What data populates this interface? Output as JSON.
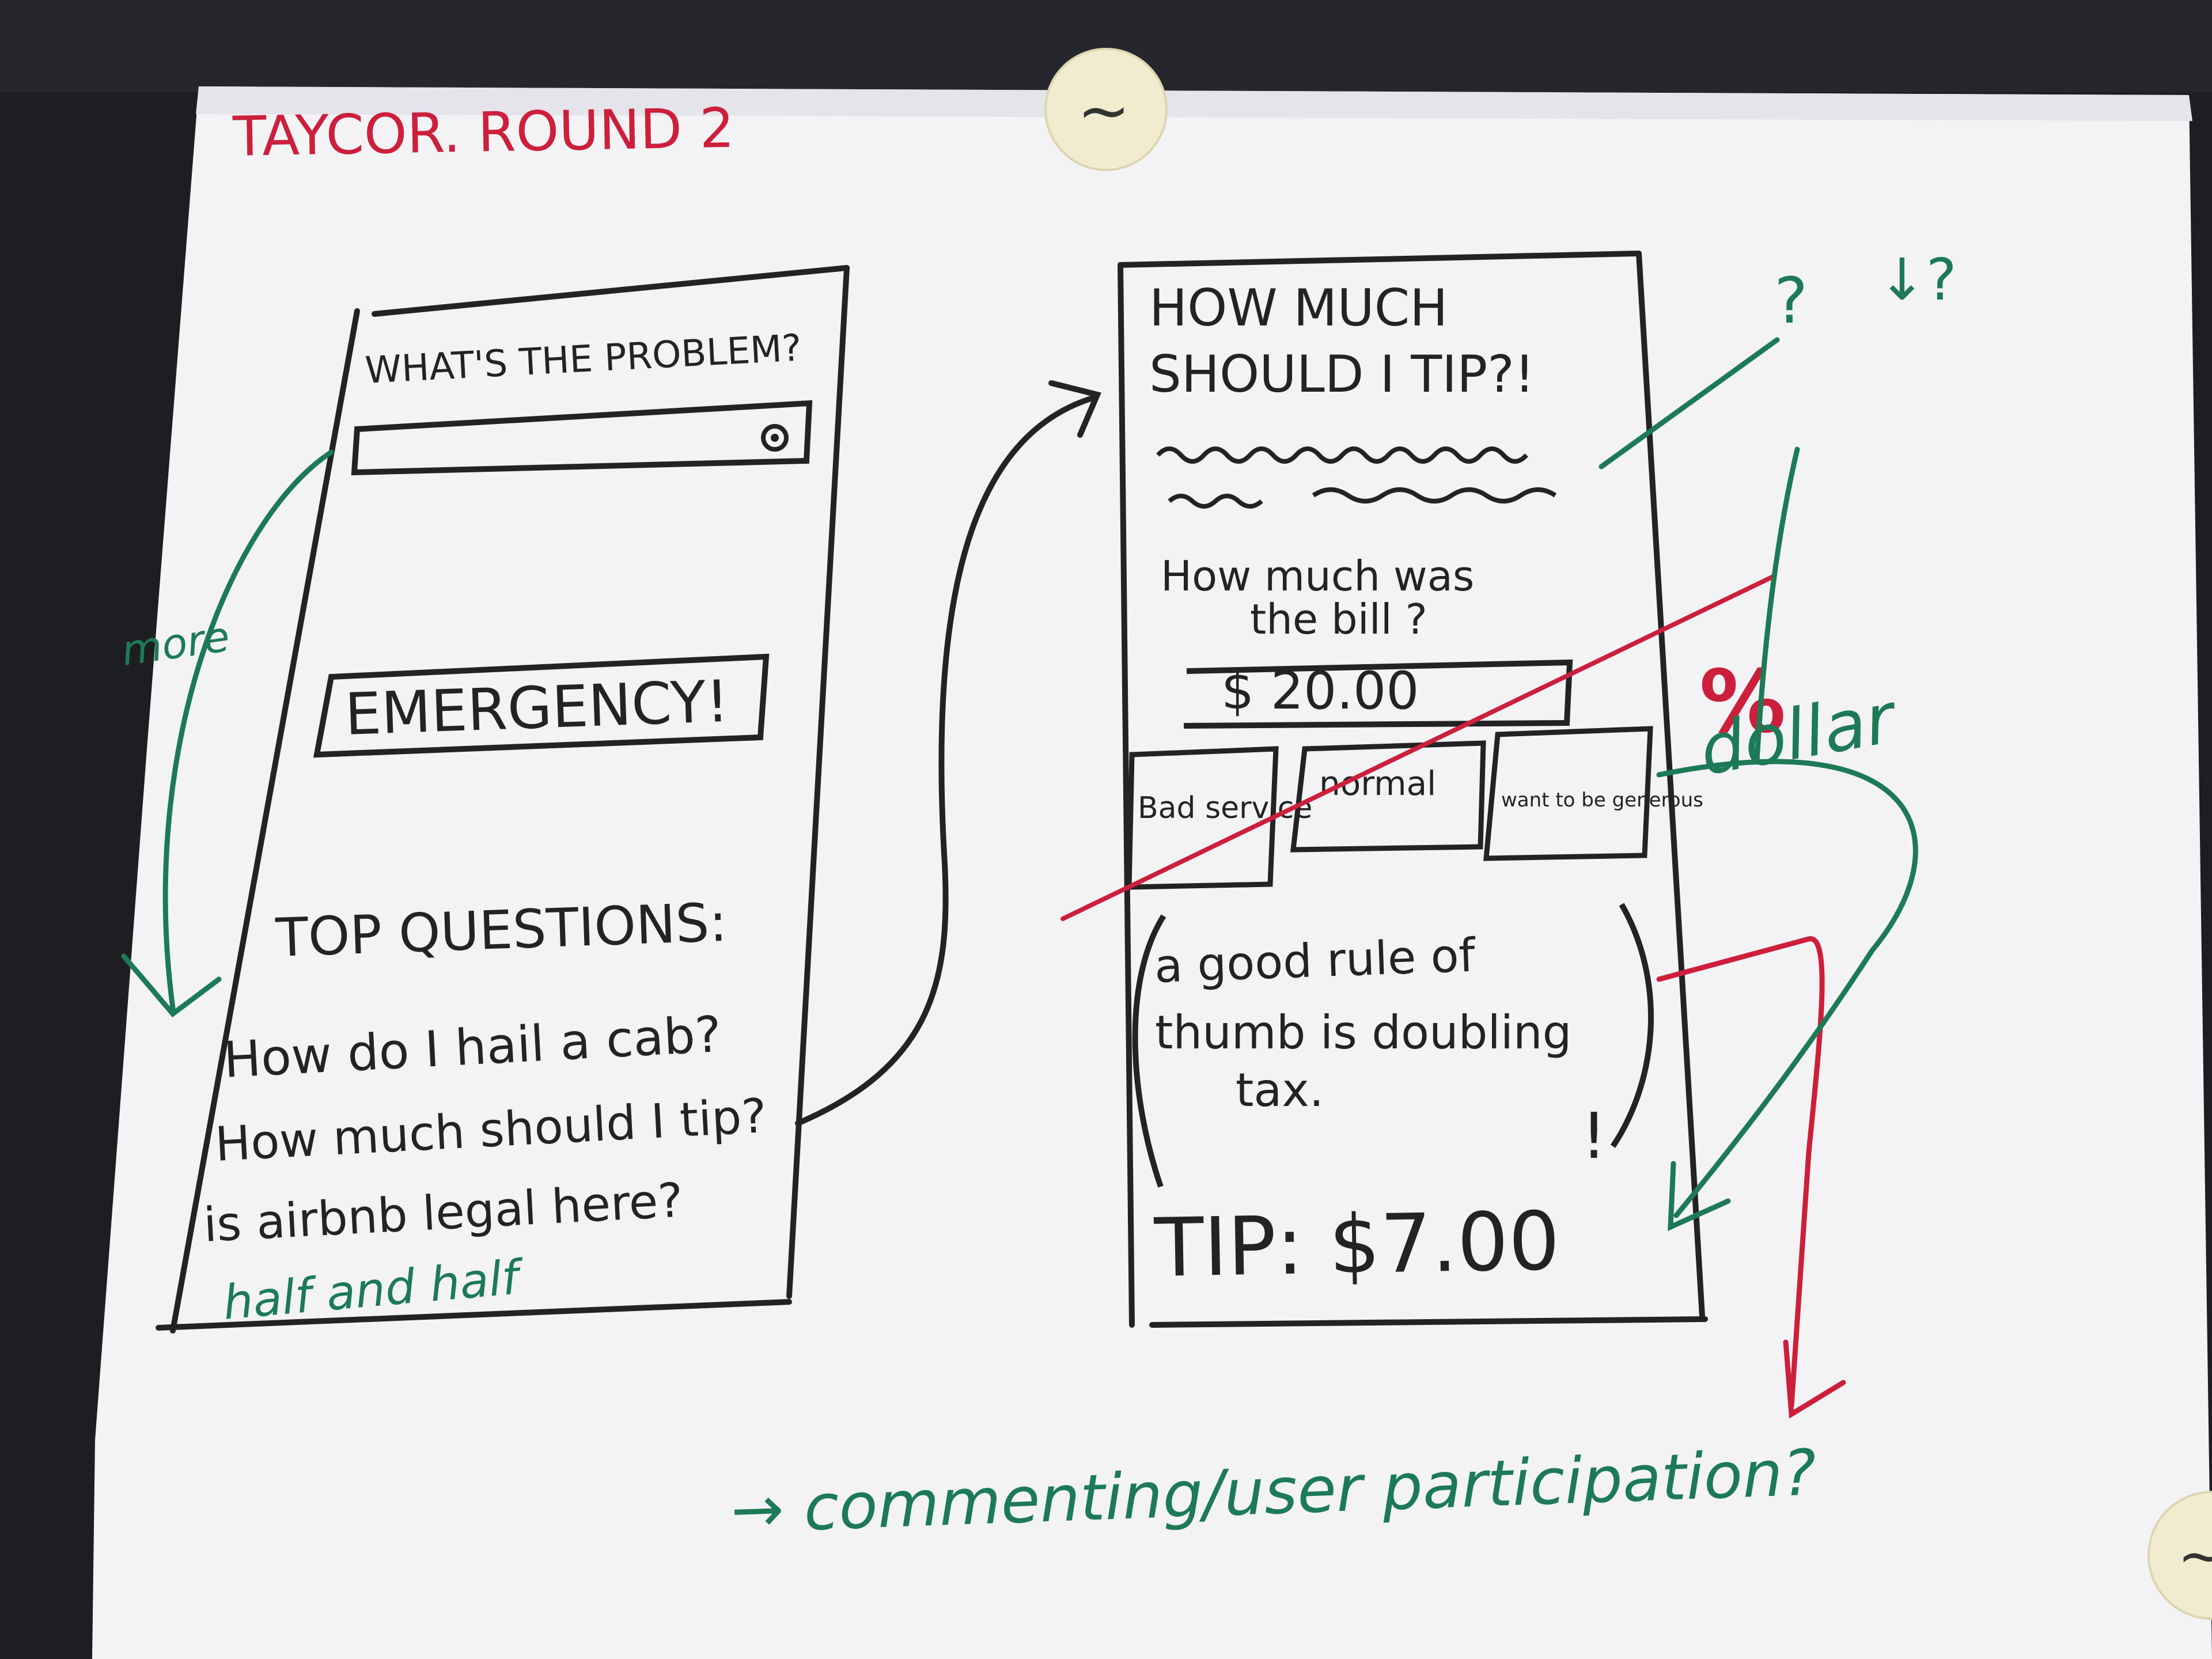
{
  "colors": {
    "background": "#1d1e22",
    "paper": "#f4f4f6",
    "ink_black": "#232326",
    "ink_red": "#cc1f3c",
    "ink_green": "#1d7a56"
  },
  "header": {
    "title": "TAYCOR. ROUND 2"
  },
  "screen1": {
    "problem_label": "WHAT'S THE PROBLEM?",
    "search_icon": "search-icon",
    "emergency_label": "EMERGENCY!",
    "top_questions_label": "TOP QUESTIONS:",
    "questions": [
      "How do I hail a cab?",
      "How much should I tip?",
      "is airbnb legal here?"
    ]
  },
  "screen2": {
    "title_line1": "HOW MUCH",
    "title_line2": "SHOULD I TIP?!",
    "bill_prompt_line1": "How much was",
    "bill_prompt_line2": "the bill ?",
    "bill_value": "$ 20.00",
    "service_buttons": [
      "Bad service",
      "normal",
      "want to be generous"
    ],
    "rule_text_line1": "a good rule of",
    "rule_text_line2": "thumb is doubling",
    "rule_text_line3": "tax.",
    "rule_mark": "!",
    "tip_result": "TIP: $7.00"
  },
  "annotations": {
    "more": "more",
    "half_and_half": "half and half",
    "questions_marks": [
      "?",
      "↓?"
    ],
    "dollar_note": "dollar",
    "percent_note": "%",
    "footer_note": "→ commenting/user participation?"
  }
}
